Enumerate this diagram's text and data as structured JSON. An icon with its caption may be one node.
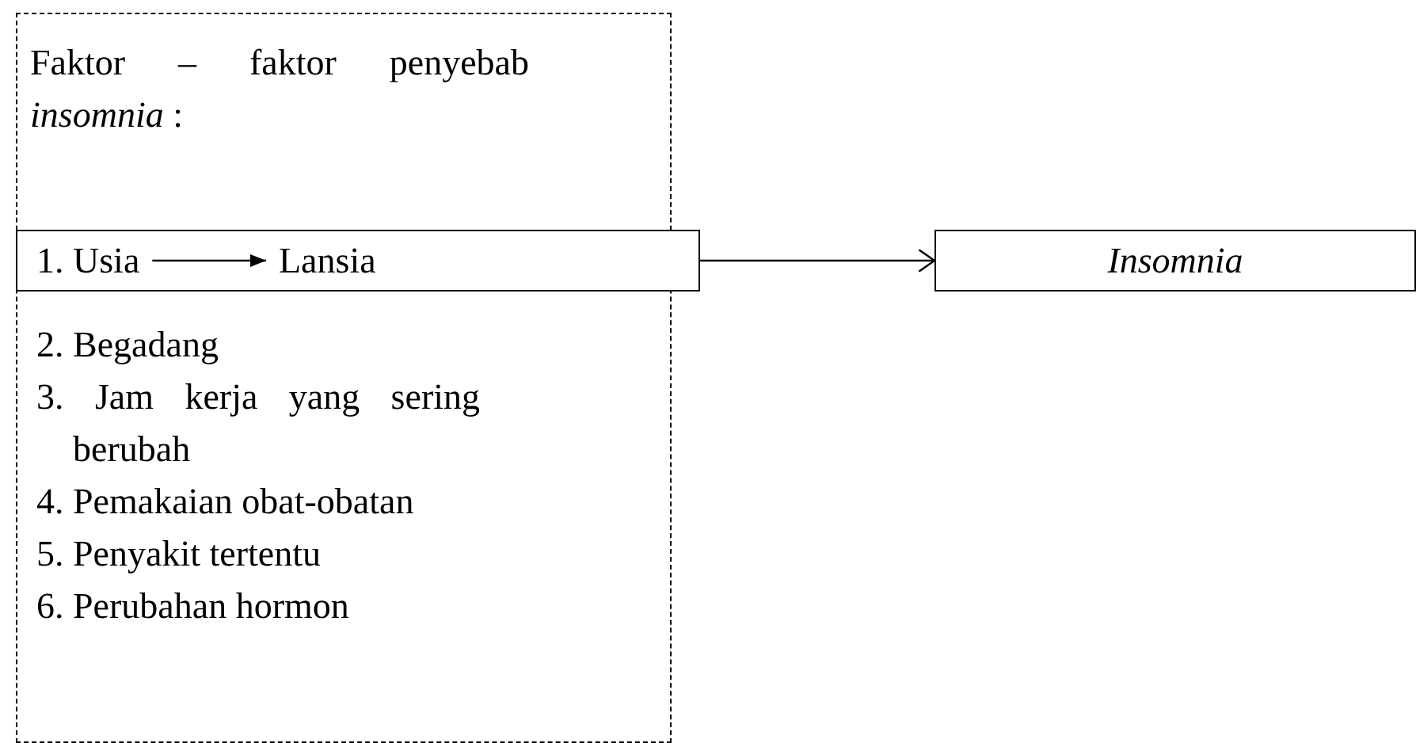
{
  "diagram": {
    "nodes": [
      {
        "text": [
          "Faktor – faktor penyebab *insomnia* :",
          "2. Begadang",
          "3. Jam kerja yang sering berubah",
          "4. Pemakaian obat-obatan",
          "5. Penyakit tertentu",
          "6. Perubahan hormon"
        ]
      },
      {
        "text": [],
        "shape": "box",
        "in": 0
      },
      {
        "text": [
          "1. Usia"
        ],
        "in": 1
      },
      {
        "text": [
          "Lansia"
        ],
        "in": 1
      },
      {
        "text": [
          "Insomnia"
        ]
      }
    ],
    "edges": [
      {
        "from": 2,
        "to": 3,
        "arrow": "to"
      },
      {
        "from": 1,
        "to": 4,
        "arrow": "to"
      }
    ]
  }
}
